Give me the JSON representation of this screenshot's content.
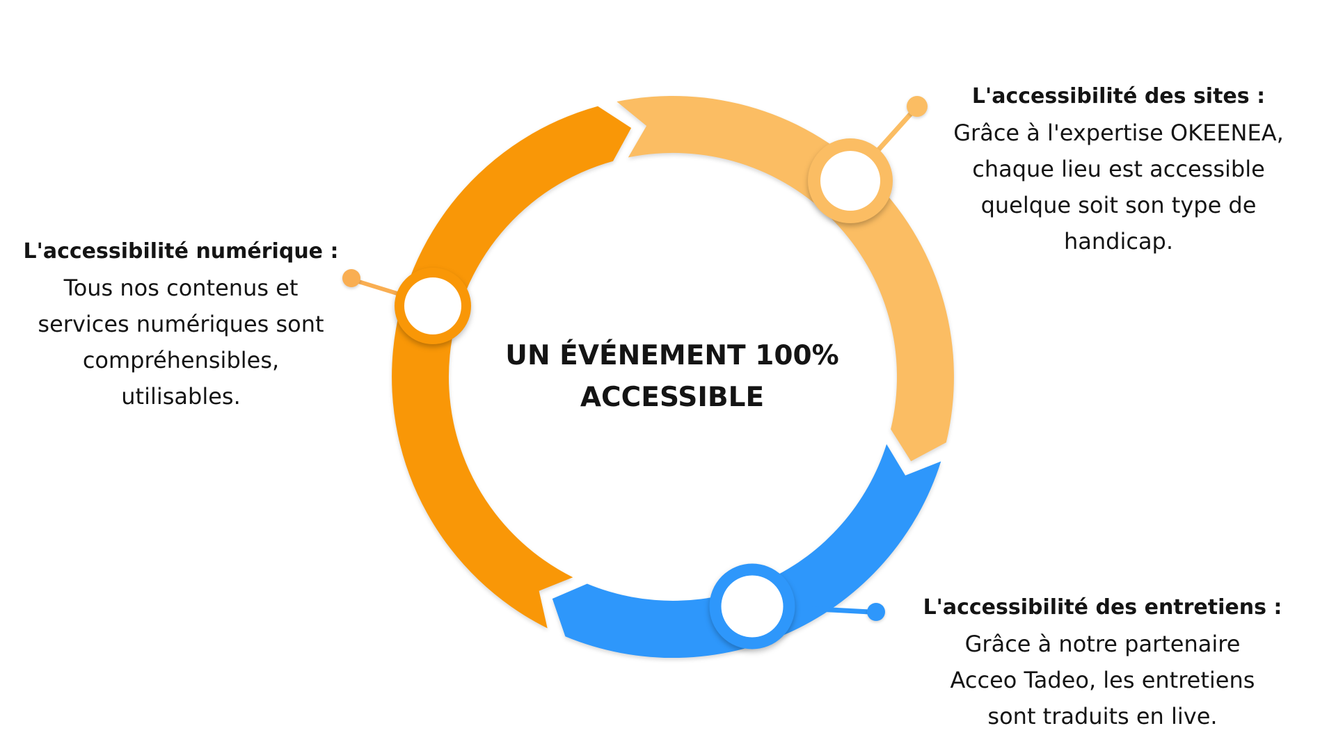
{
  "colors": {
    "orange": "#F99707",
    "light_orange": "#FBBD63",
    "blue": "#2E97FB",
    "connector_orange": "#F9AE52",
    "text": "#141414",
    "background": "#FFFFFF"
  },
  "center_title": {
    "line1": "UN ÉVÉNEMENT 100%",
    "line2": "ACCESSIBLE"
  },
  "callouts": [
    {
      "id": "numerique",
      "title": "L'accessibilité numérique :",
      "lines": [
        "Tous nos contenus et",
        "services numériques sont",
        "compréhensibles,",
        "utilisables."
      ]
    },
    {
      "id": "sites",
      "title": "L'accessibilité des sites :",
      "lines": [
        "Grâce à l'expertise OKEENEA,",
        "chaque lieu est accessible",
        "quelque soit son type de",
        "handicap."
      ]
    },
    {
      "id": "entretiens",
      "title": "L'accessibilité des entretiens :",
      "lines": [
        "Grâce à notre partenaire",
        "Acceo Tadeo, les entretiens",
        "sont traduits en live."
      ]
    }
  ]
}
